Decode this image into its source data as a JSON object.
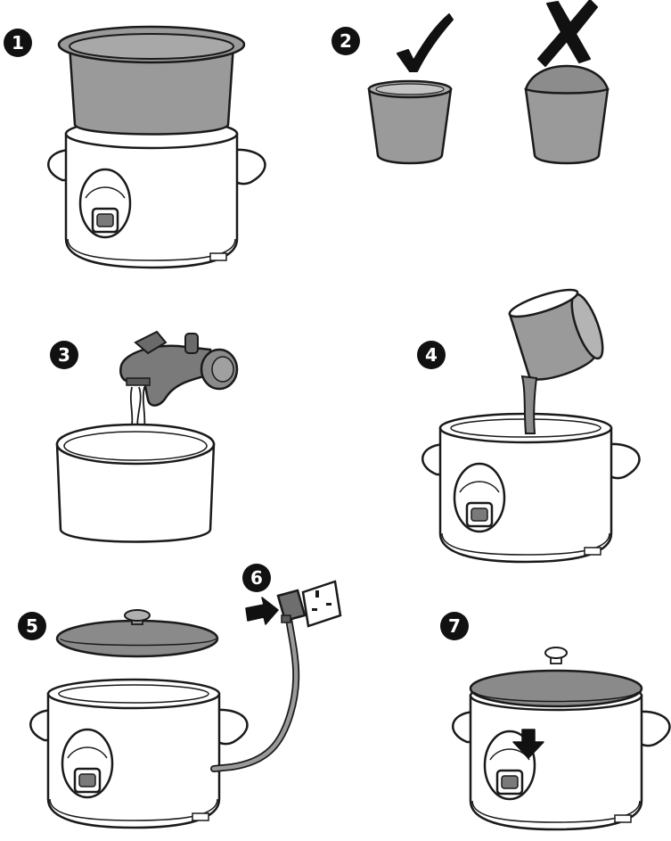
{
  "steps": [
    {
      "number": "1"
    },
    {
      "number": "2"
    },
    {
      "number": "3"
    },
    {
      "number": "4"
    },
    {
      "number": "5"
    },
    {
      "number": "6"
    },
    {
      "number": "7"
    }
  ],
  "icons": {
    "correct": "check-mark-icon",
    "incorrect": "cross-mark-icon",
    "press": "down-arrow-icon",
    "push": "right-arrow-icon"
  },
  "colors": {
    "outline": "#1a1a1a",
    "fill_grey": "#9a9a9a",
    "fill_dark": "#6e6e6e",
    "badge": "#111111",
    "background": "#ffffff"
  }
}
